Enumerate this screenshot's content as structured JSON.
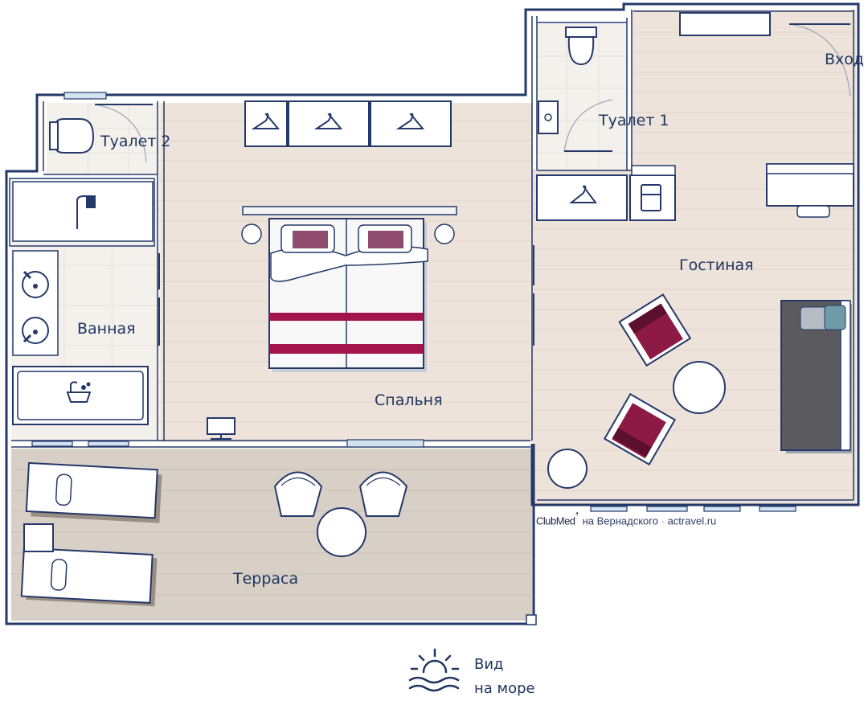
{
  "rooms": {
    "entrance": "Вход",
    "toilet1": "Туалет 1",
    "toilet2": "Туалет 2",
    "living": "Гостиная",
    "bathroom": "Ванная",
    "bedroom": "Спальня",
    "terrace": "Терраса"
  },
  "view": {
    "line1": "Вид",
    "line2": "на море",
    "icon": "sun-over-sea-icon"
  },
  "credit": {
    "brand": "ClubMed",
    "mark": "ꜛ",
    "location": "на Вернадского",
    "separator": "·",
    "site": "actravel.ru"
  },
  "colors": {
    "wall": "#24396a",
    "floor": "#ede3da",
    "tile": "#f4f1ec",
    "terrace": "#d8cfc7",
    "bedstripe": "#a3144a",
    "armchair": "#8c1a45",
    "sofa": "#5b5b5f",
    "window": "#8fb3d2"
  }
}
